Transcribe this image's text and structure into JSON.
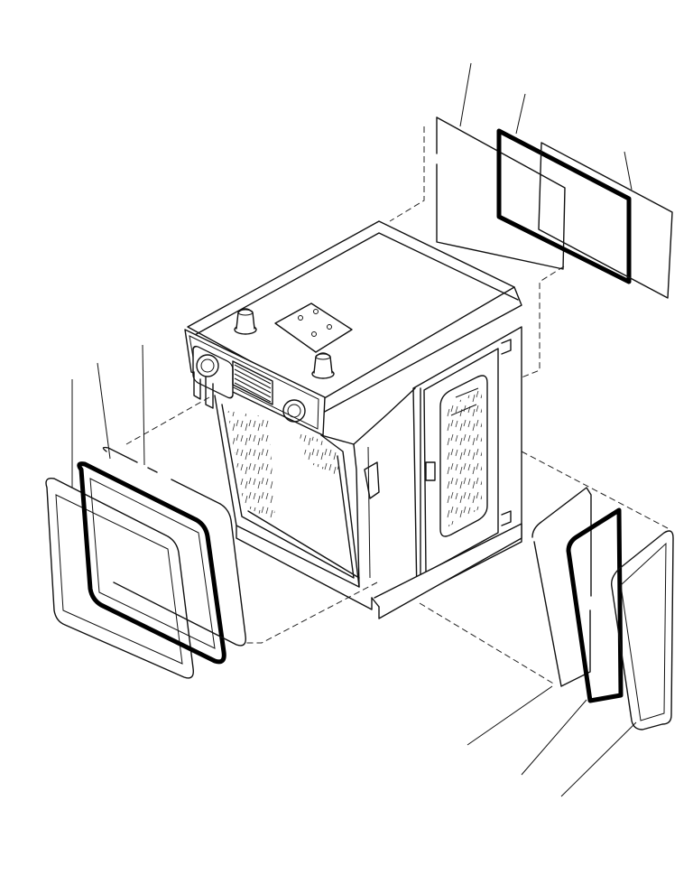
{
  "diagram": {
    "parts": [
      {
        "id": "rear-window-set",
        "components": [
          "rear-glass-outline",
          "rear-seal",
          "rear-glass"
        ]
      },
      {
        "id": "front-window-set",
        "components": [
          "front-glass",
          "front-seal",
          "front-glass-outline"
        ]
      },
      {
        "id": "side-window-set",
        "components": [
          "side-glass-outline",
          "side-seal",
          "side-glass"
        ]
      }
    ],
    "colors": {
      "line": "#111111",
      "background": "#ffffff"
    }
  }
}
